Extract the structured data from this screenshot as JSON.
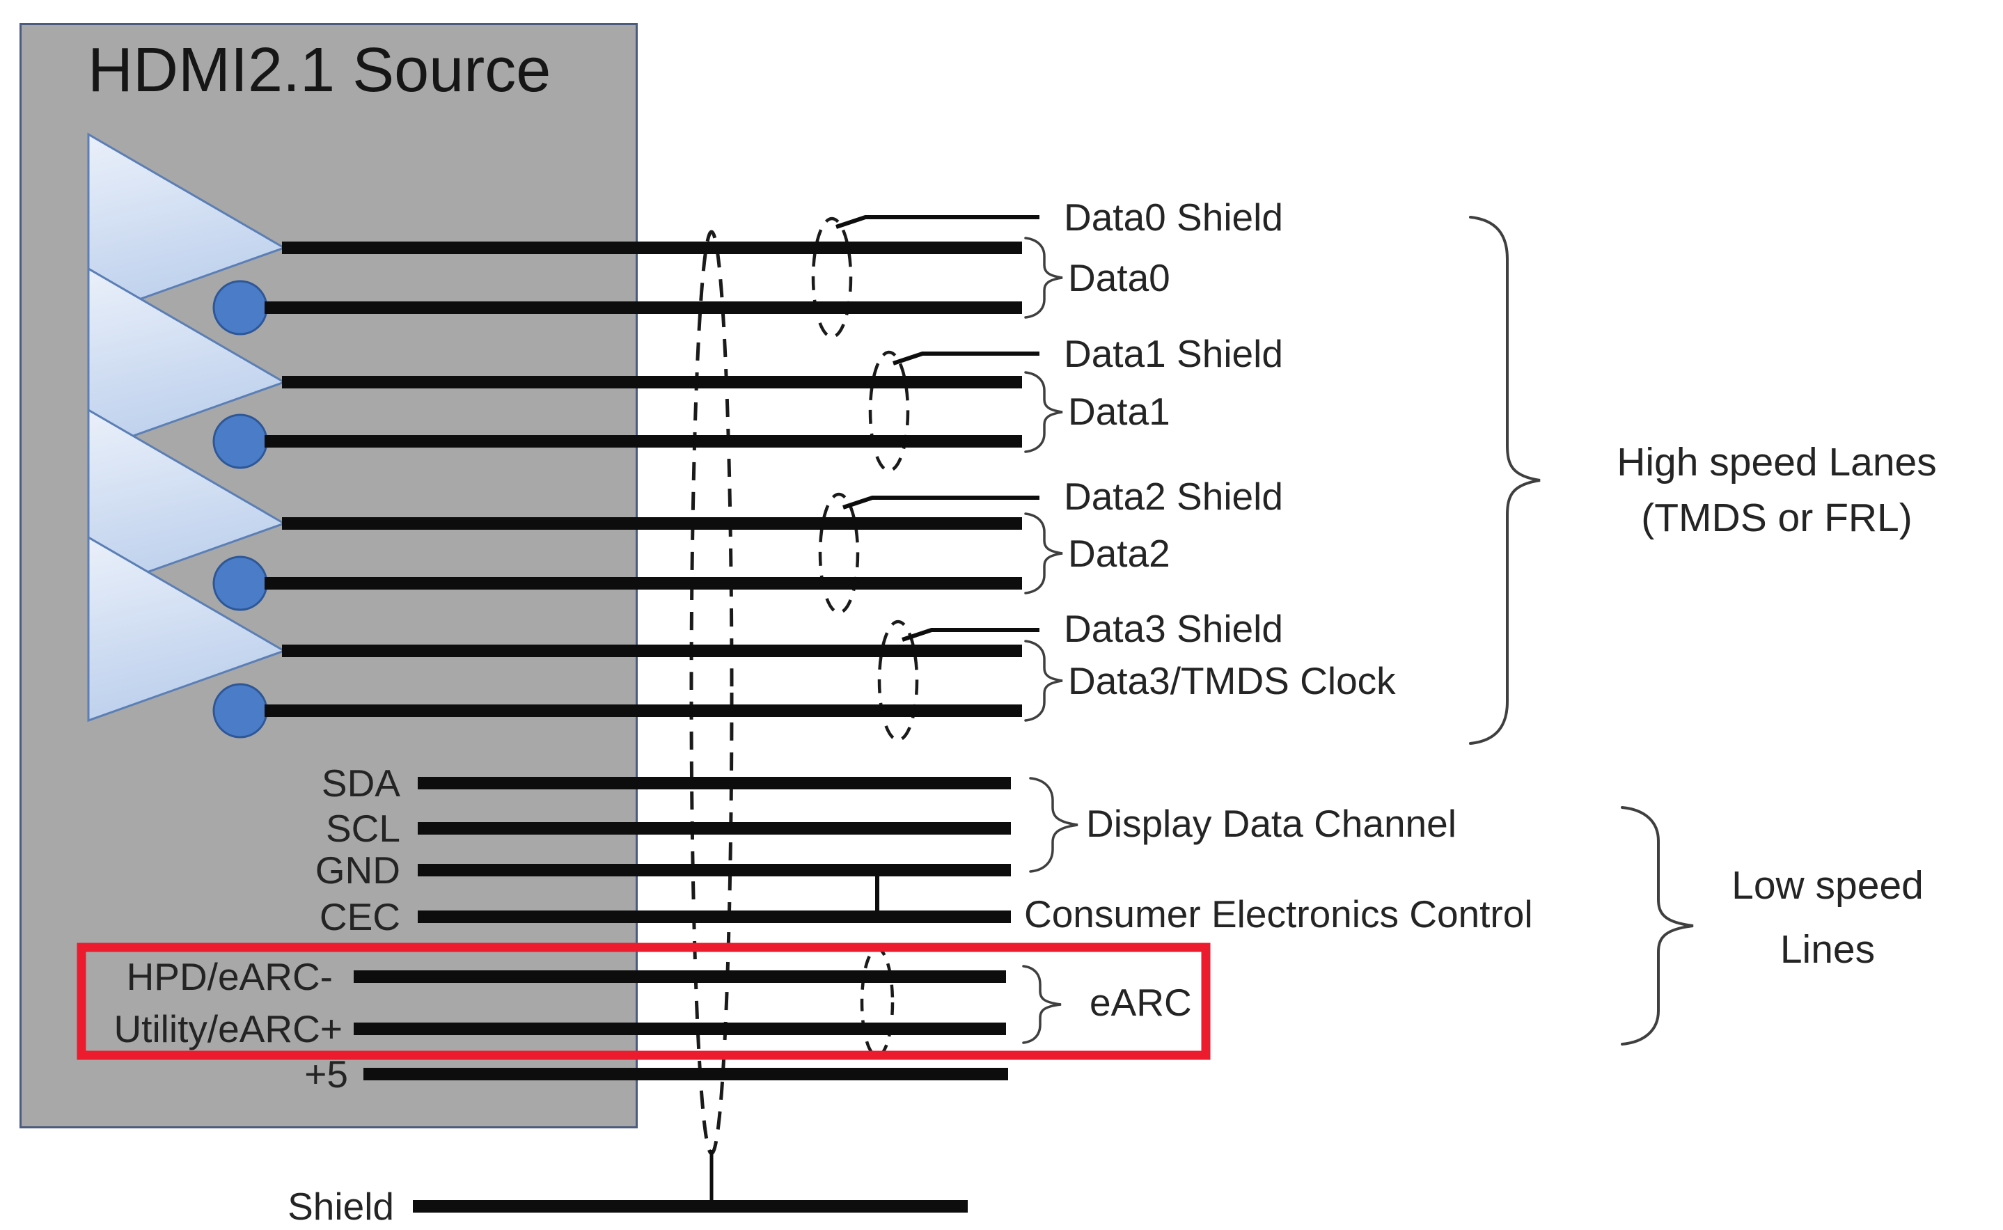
{
  "title": "HDMI2.1 Source",
  "high_speed_lanes": [
    {
      "shield_label": "Data0 Shield",
      "pair_label": "Data0"
    },
    {
      "shield_label": "Data1 Shield",
      "pair_label": "Data1"
    },
    {
      "shield_label": "Data2 Shield",
      "pair_label": "Data2"
    },
    {
      "shield_label": "Data3 Shield",
      "pair_label": "Data3/TMDS Clock"
    }
  ],
  "low_speed_pins": [
    {
      "label": "SDA"
    },
    {
      "label": "SCL"
    },
    {
      "label": "GND"
    },
    {
      "label": "CEC"
    },
    {
      "label": "HPD/eARC-"
    },
    {
      "label": "Utility/eARC+"
    },
    {
      "label": "+5"
    }
  ],
  "shield_pin": {
    "label": "Shield"
  },
  "annotations": {
    "high_speed_group": {
      "line1": "High speed Lanes",
      "line2": "(TMDS or FRL)"
    },
    "low_speed_group": {
      "line1": "Low speed",
      "line2": "Lines"
    },
    "ddc": "Display Data Channel",
    "cec": "Consumer Electronics Control",
    "earc": "eARC"
  },
  "colors": {
    "highlight": "#ec1b2d",
    "box_fill": "#a8a8a8",
    "box_border": "#4b5b7d",
    "wire": "#0d0d0d",
    "dot_fill": "#4a7cc7",
    "dot_border": "#2d5797",
    "triangle_border": "#5b7fb5",
    "brace": "#3f3f3f"
  }
}
